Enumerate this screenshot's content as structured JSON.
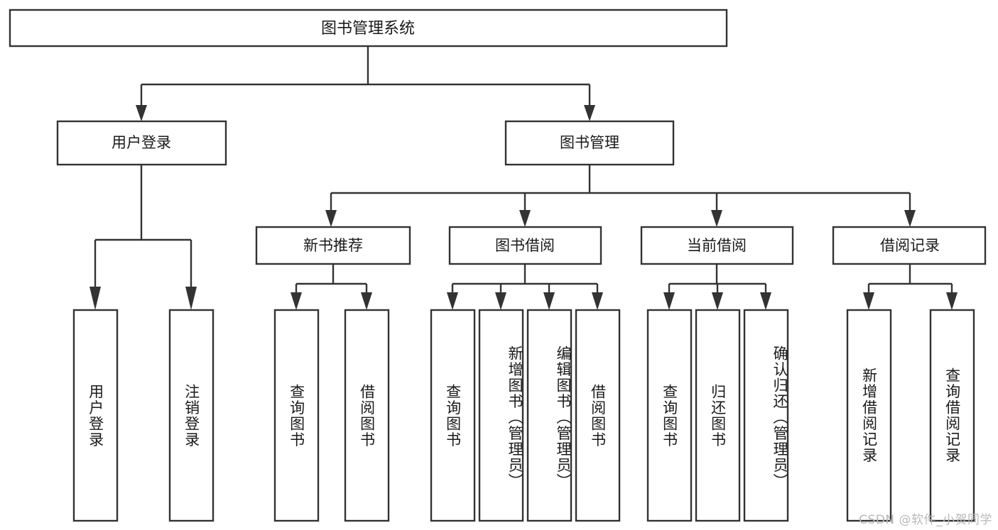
{
  "diagram": {
    "type": "tree",
    "title": "图书管理系统",
    "watermark": "CSDN @软件_小贺同学",
    "colors": {
      "box_stroke": "#333333",
      "box_fill": "#ffffff",
      "text": "#1a1a1a",
      "connector": "#333333",
      "watermark": "#b8b8b8",
      "background": "#ffffff"
    },
    "root": {
      "label": "图书管理系统"
    },
    "level1": [
      {
        "label": "用户登录"
      },
      {
        "label": "图书管理"
      }
    ],
    "level2": [
      {
        "label": "新书推荐"
      },
      {
        "label": "图书借阅"
      },
      {
        "label": "当前借阅"
      },
      {
        "label": "借阅记录"
      }
    ],
    "leaves": {
      "user_login": [
        {
          "label": "用户登录"
        },
        {
          "label": "注销登录"
        }
      ],
      "new_book": [
        {
          "label": "查询图书"
        },
        {
          "label": "借阅图书"
        }
      ],
      "book_borrow": [
        {
          "label": "查询图书"
        },
        {
          "label": "新增图书（管理员）"
        },
        {
          "label": "编辑图书（管理员）"
        },
        {
          "label": "借阅图书"
        }
      ],
      "current_borrow": [
        {
          "label": "查询图书"
        },
        {
          "label": "归还图书"
        },
        {
          "label": "确认归还（管理员）"
        }
      ],
      "borrow_record": [
        {
          "label": "新增借阅记录"
        },
        {
          "label": "查询借阅记录"
        }
      ]
    }
  }
}
